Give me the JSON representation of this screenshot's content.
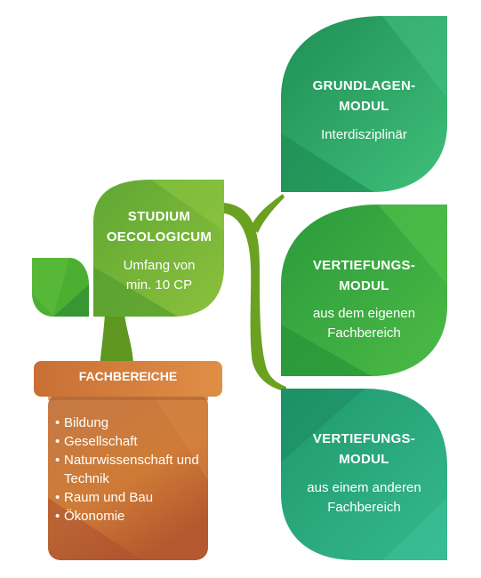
{
  "top_module": {
    "heading_line1": "GRUNDLAGEN-",
    "heading_line2": "MODUL",
    "subtitle_line1": "Interdisziplinär"
  },
  "middle_module": {
    "heading_line1": "VERTIEFUNGS-",
    "heading_line2": "MODUL",
    "subtitle_line1": "aus dem eigenen",
    "subtitle_line2": "Fachbereich"
  },
  "bottom_module": {
    "heading_line1": "VERTIEFUNGS-",
    "heading_line2": "MODUL",
    "subtitle_line1": "aus einem anderen",
    "subtitle_line2": "Fachbereich"
  },
  "study_leaf": {
    "heading_line1": "STUDIUM",
    "heading_line2": "OECOLOGICUM",
    "subtitle_line1": "Umfang von",
    "subtitle_line2": "min. 10 CP"
  },
  "pot": {
    "heading": "FACHBEREICHE",
    "items": [
      "Bildung",
      "Gesellschaft",
      "Naturwissenschaft und Technik",
      "Raum und Bau",
      "Ökonomie"
    ]
  },
  "colors": {
    "top_leaf": "#2e9e5b",
    "middle_leaf": "#3aa640",
    "bottom_leaf": "#2aa27f",
    "study_leaf": "#6cae2f",
    "small_leaf": "#4caf32",
    "stem": "#6aa121",
    "pot_rim": "#cf7c3c",
    "pot_body": "#c9733a"
  }
}
